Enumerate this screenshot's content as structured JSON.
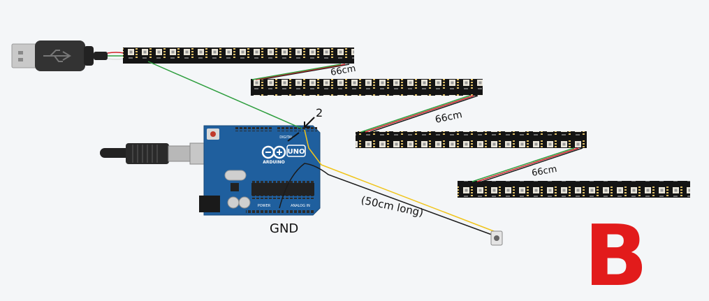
{
  "annotations": {
    "strip_gap_1": "66cm",
    "strip_gap_2": "66cm",
    "strip_gap_3": "66cm",
    "pin_label": "2",
    "gnd_label": "GND",
    "wire_length": "(50cm long)",
    "panel_letter": "B"
  },
  "board": {
    "brand": "ARDUINO",
    "model": "UNO",
    "digital_header": "DIGITAL",
    "power_header": "POWER",
    "analog_header": "ANALOG IN"
  },
  "colors": {
    "background": "#f4f6f8",
    "board": "#1f5f9e",
    "strip": "#141414",
    "wire_data": "#2e9e3e",
    "wire_power": "#d2232a",
    "wire_ground": "#1b1b1b",
    "wire_button": "#f0c419",
    "panel_letter": "#e21b1b"
  },
  "icons": [
    "usb-a-plug-icon",
    "usb-b-cable-icon",
    "push-button-icon"
  ]
}
